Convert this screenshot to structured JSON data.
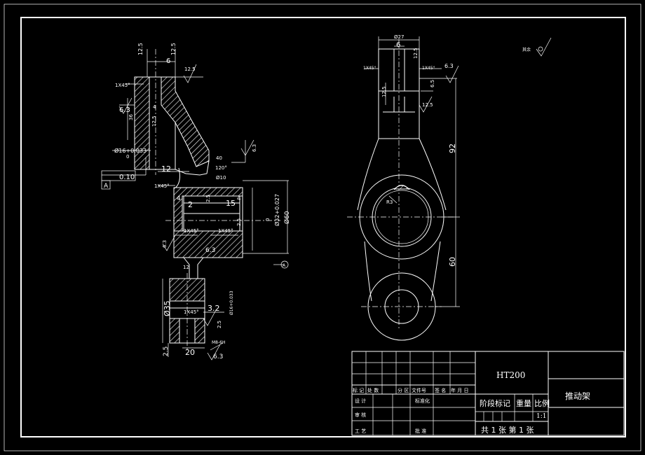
{
  "colors": {
    "background": "#000000",
    "line": "#ffffff"
  },
  "title_block": {
    "material": "HT200",
    "part_name": "推动架",
    "header_row": [
      "标 记",
      "处 数",
      "分 区",
      "文件号",
      "签 名",
      "年 月 日"
    ],
    "row_design": "设 计",
    "row_standard": "标准化",
    "row_review": "审 核",
    "row_craft": "工 艺",
    "row_approve": "批 准",
    "stage_label": "阶段标记",
    "weight_label": "重量",
    "scale_label": "比例",
    "scale_value": "1:1",
    "sheet_count": "共 1 张 第 1 张"
  },
  "left_view": {
    "dims": {
      "top_12_5": "12.5",
      "top_12_5b": "12.5",
      "top_6": "6",
      "rough_12_5_right": "12.5",
      "chamfer_top": "1X45°",
      "rough_6_3_left": "6.3",
      "dim_36": "36",
      "dim_4": "4",
      "dim_12_5_mid": "12.5",
      "phi16": "Ø16+0.033",
      "phi16_lower": "0",
      "tol_box": "0.10",
      "datum_a": "A",
      "dim_12": "12",
      "chamfer_mid": "1X45°",
      "angle_120": "120°",
      "dim_40": "40",
      "phi10": "Ø10",
      "rough_6_3_arm": "6.3",
      "dim_2": "2",
      "dim_4b": "4",
      "dim_2_5": "2.5",
      "dim_15": "15",
      "dim_4c": "4",
      "phi32": "Ø32+0.027",
      "phi32_lower": "0",
      "dim_60": "Ø60",
      "dim_2_5b": "2.5",
      "chamfer_bot1": "1X45°",
      "chamfer_bot2": "1X45°",
      "rough_6_3_hub": "6.3",
      "rough_6_3_body": "6.3",
      "dim_12b": "12",
      "phi35": "Ø35",
      "chamfer_boss": "1X45°",
      "dim_3_2": "3.2",
      "phi16_boss": "Ø16+0.033",
      "dim_2_5c": "2.5",
      "dim_2_5_left": "2.5",
      "dim_20": "20",
      "thread": "M8-6H",
      "rough_6_3_bottom": "6.3",
      "datum_circle": "A"
    }
  },
  "right_view": {
    "dims": {
      "phi27": "Ø27",
      "dim_6": "6",
      "rough_12_5": "12.5",
      "chamfer_l": "1X45°",
      "chamfer_r": "1X45°",
      "rough_6_3": "6.3",
      "dim_12_5_l": "12.5",
      "dim_6_5": "6.5",
      "rough_12_5_r": "12.5",
      "dim_92": "92",
      "r3": "R3",
      "dim_60": "60"
    },
    "rest_label": "其余"
  }
}
